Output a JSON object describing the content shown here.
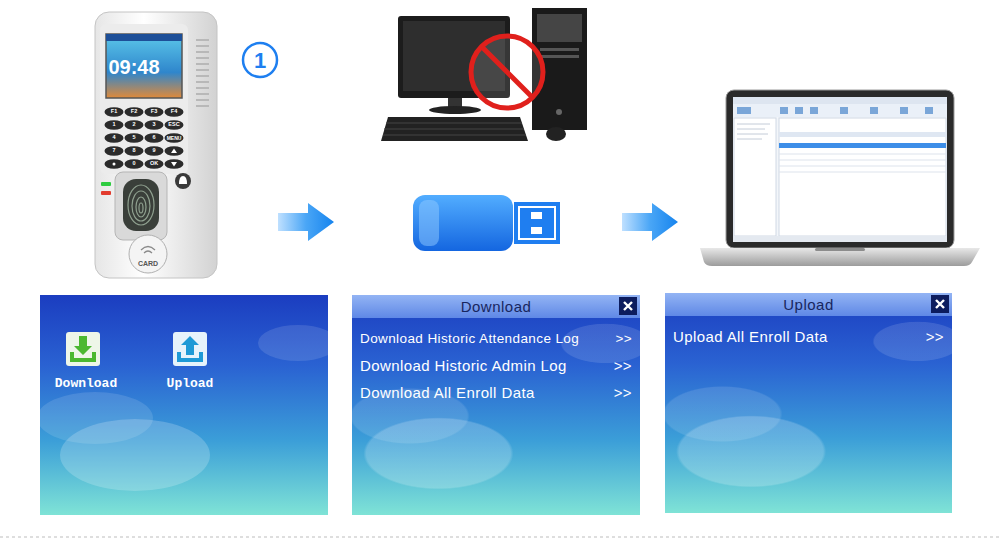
{
  "diagram": {
    "nodes": [
      {
        "text": [
          "Download"
        ]
      },
      {
        "text": [
          "Upload"
        ]
      },
      {
        "text": [
          "Download"
        ]
      },
      {
        "text": [
          "Download Historic Attendance Log",
          ">>"
        ],
        "in": 2
      },
      {
        "text": [
          "Download Historic Admin Log",
          ">>"
        ],
        "in": 2
      },
      {
        "text": [
          "Download All Enroll Data",
          ">>"
        ],
        "in": 2
      },
      {
        "text": [
          "Upload"
        ]
      },
      {
        "text": [
          "Upload All Enroll Data",
          ">>"
        ],
        "in": 6
      }
    ],
    "labels": [
      "1",
      "09:48",
      "F1",
      "F2",
      "F3",
      "F4",
      "1",
      "2",
      "3",
      "ESC",
      "4",
      "5",
      "6",
      "MENU",
      "7",
      "8",
      "9",
      "0",
      "OK",
      "CARD"
    ]
  }
}
